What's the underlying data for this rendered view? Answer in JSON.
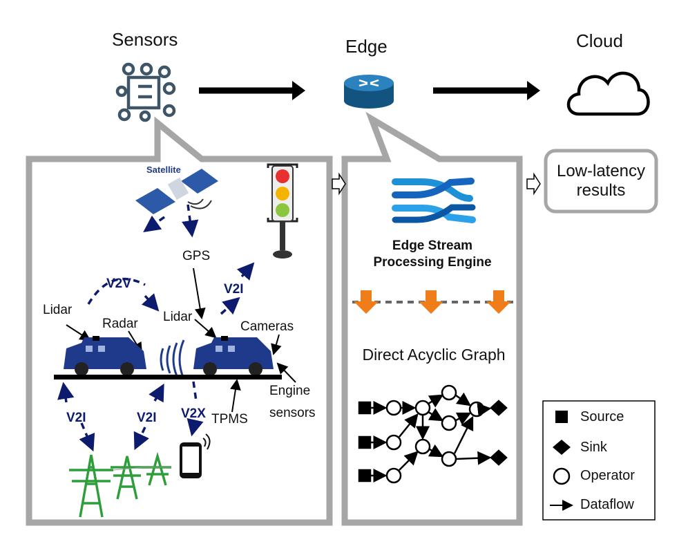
{
  "headers": {
    "sensors": "Sensors",
    "edge": "Edge",
    "cloud": "Cloud"
  },
  "satellite_label": "Satellite",
  "labels": {
    "gps": "GPS",
    "lidar_left": "Lidar",
    "radar": "Radar",
    "lidar_right": "Lidar",
    "cameras": "Cameras",
    "engine_sensors_1": "Engine",
    "engine_sensors_2": "sensors",
    "tpms": "TPMS"
  },
  "links": {
    "v2v": "V2V",
    "v2i_top": "V2I",
    "v2i_left": "V2I",
    "v2i_mid": "V2I",
    "v2x": "V2X"
  },
  "result_box": {
    "line1": "Low-latency",
    "line2": "results"
  },
  "engine": {
    "line1": "Edge Stream",
    "line2": "Processing Engine"
  },
  "dag_title": "Direct Acyclic Graph",
  "legend": [
    {
      "icon": "square",
      "label": "Source"
    },
    {
      "icon": "diamond",
      "label": "Sink"
    },
    {
      "icon": "circle",
      "label": "Operator"
    },
    {
      "icon": "arrow",
      "label": "Dataflow"
    }
  ],
  "colors": {
    "panel_border": "#a6a6a6",
    "car": "#1f3a8a",
    "link": "#0d1b6e",
    "tower": "#2e9e3a",
    "router": "#1a6699",
    "engine_logo": "#1e90d6",
    "orange": "#ef7d1a"
  }
}
